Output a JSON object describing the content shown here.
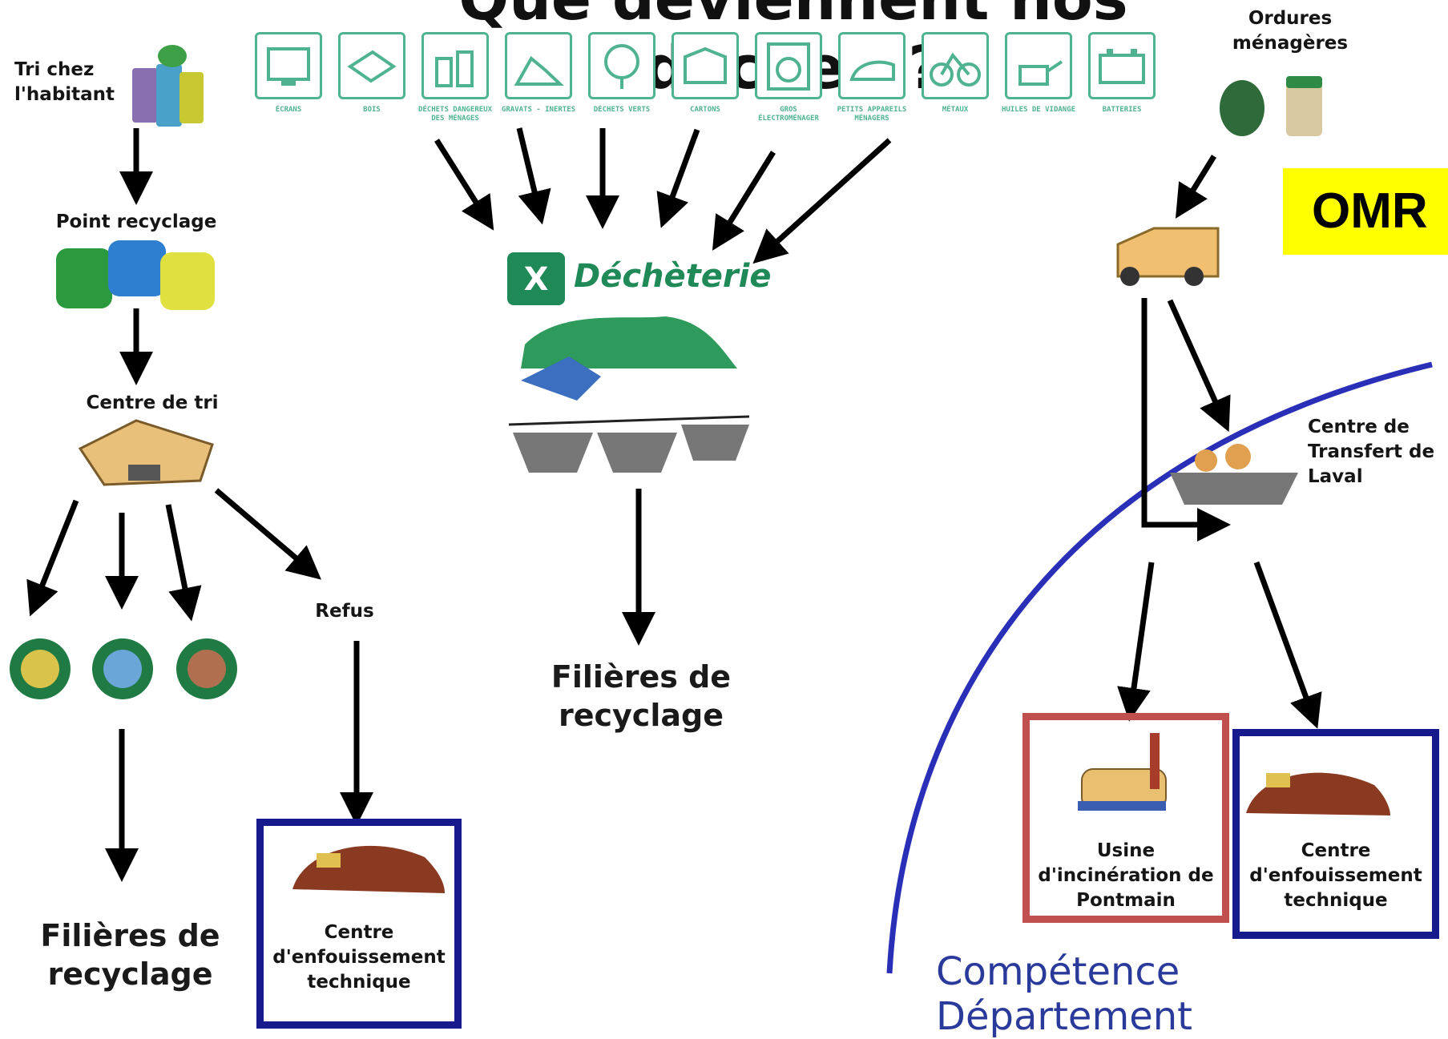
{
  "title": "Que deviennent nos déchets?",
  "left_column": {
    "tri_chez_habitant": "Tri chez l'habitant",
    "point_recyclage": "Point recyclage",
    "centre_de_tri": "Centre de tri",
    "refus": "Refus",
    "filieres_recyclage": "Filières de recyclage",
    "cet": "Centre d'enfouissement technique"
  },
  "center_column": {
    "categories": [
      {
        "label": "ÉCRANS",
        "icon": "screen-icon"
      },
      {
        "label": "BOIS",
        "icon": "pallet-icon"
      },
      {
        "label": "DÉCHETS DANGEREUX DES MÉNAGES",
        "icon": "chemical-bottles-icon"
      },
      {
        "label": "GRAVATS - INERTES",
        "icon": "rubble-icon"
      },
      {
        "label": "DÉCHETS VERTS",
        "icon": "tree-icon"
      },
      {
        "label": "CARTONS",
        "icon": "cardboard-box-icon"
      },
      {
        "label": "GROS ÉLECTROMÉNAGER",
        "icon": "washing-machine-icon"
      },
      {
        "label": "PETITS APPAREILS MÉNAGERS",
        "icon": "iron-icon"
      },
      {
        "label": "MÉTAUX",
        "icon": "bicycle-icon"
      },
      {
        "label": "HUILES DE VIDANGE",
        "icon": "oil-can-icon"
      },
      {
        "label": "BATTERIES",
        "icon": "battery-icon"
      }
    ],
    "decheterie": "Déchèterie",
    "filieres_recyclage": "Filières de recyclage"
  },
  "right_column": {
    "ordures_menageres": "Ordures ménagères",
    "omr": "OMR",
    "centre_transfert": "Centre de Transfert de Laval",
    "usine_incineration": "Usine d'incinération de Pontmain",
    "cet": "Centre d'enfouissement technique",
    "competence": "Compétence Département"
  },
  "colors": {
    "arrow": "#000000",
    "box_blue": "#161a8c",
    "box_red": "#c0504d",
    "omr_highlight": "#ffff00",
    "decheterie_green": "#1f8a57",
    "category_teal": "#4fb392",
    "arc_blue": "#2a2fb8"
  }
}
